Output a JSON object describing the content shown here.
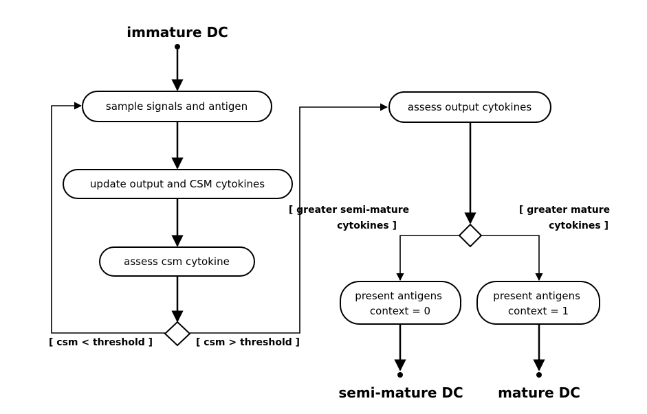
{
  "terminals": {
    "start": "immature DC",
    "end_semi": "semi-mature DC",
    "end_mature": "mature DC"
  },
  "activities": {
    "sample": "sample signals and antigen",
    "update": "update output and CSM cytokines",
    "assess_csm": "assess csm cytokine",
    "assess_output": "assess output cytokines",
    "present_semi": [
      "present antigens",
      "context = 0"
    ],
    "present_mature": [
      "present antigens",
      "context = 1"
    ]
  },
  "guards": {
    "csm_low": "[ csm < threshold ]",
    "csm_high": "[ csm > threshold ]",
    "greater_semi": [
      "[ greater semi-mature",
      "cytokines ]"
    ],
    "greater_mature": [
      "[ greater mature",
      "cytokines ]"
    ]
  }
}
